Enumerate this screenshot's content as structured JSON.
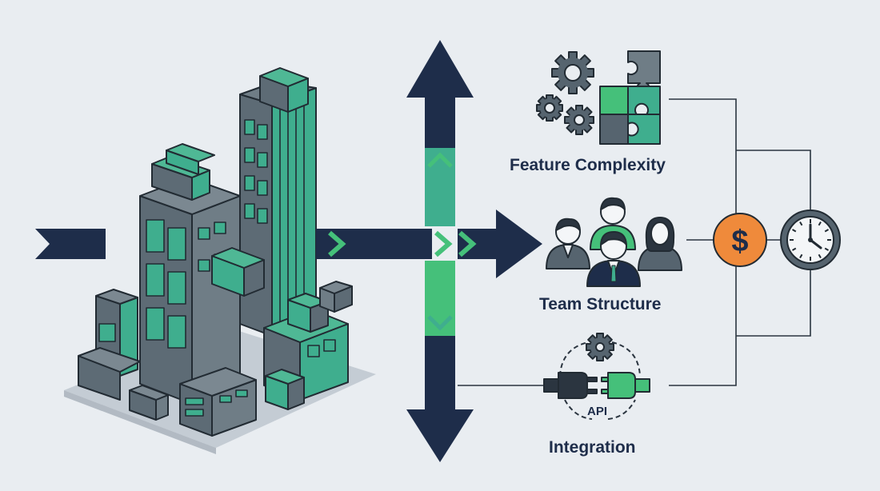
{
  "labels": {
    "feature_complexity": "Feature Complexity",
    "team_structure": "Team Structure",
    "integration": "Integration",
    "api": "API",
    "currency": "$"
  },
  "icons": {
    "buildings": "isometric-buildings-icon",
    "gears_puzzle": "gears-puzzle-icon",
    "team": "team-people-icon",
    "plug": "api-plug-icon",
    "cost": "dollar-coin-icon",
    "time": "clock-icon"
  },
  "colors": {
    "background": "#e9edf1",
    "navy": "#1e2d4a",
    "teal": "#3aa68a",
    "green": "#45c07a",
    "slate": "#56646f",
    "orange": "#ef8a3b"
  }
}
